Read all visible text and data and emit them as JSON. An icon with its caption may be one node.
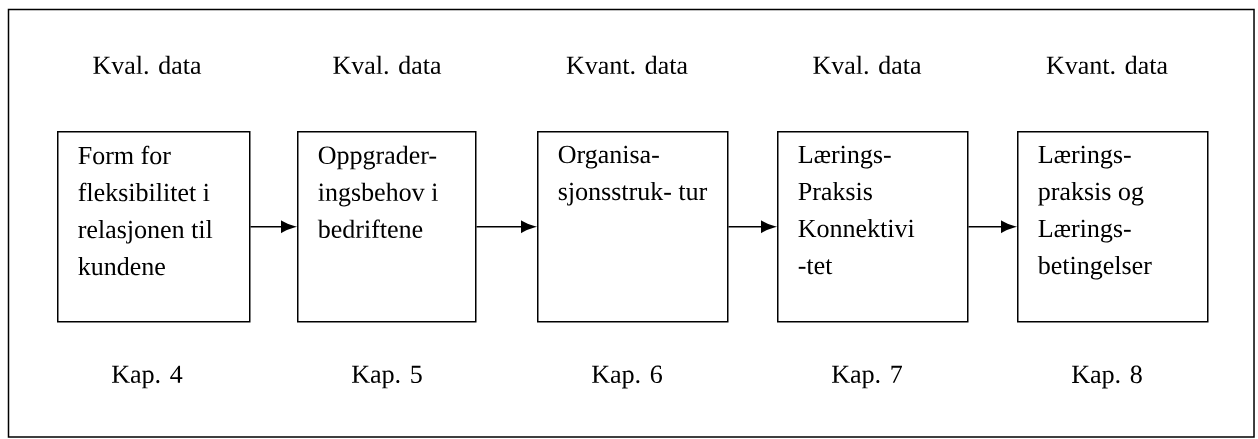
{
  "diagram": {
    "nodes": [
      {
        "text": [
          "Form for fleksibilitet i relasjonen til kundene"
        ],
        "beside": [
          "Kval. data",
          "Kap. 4"
        ]
      },
      {
        "text": [
          "Oppgrader- ingsbehov i bedriftene"
        ],
        "beside": [
          "Kval. data",
          "Kap. 5"
        ]
      },
      {
        "text": [
          "Organisa- sjonsstruk- tur"
        ],
        "beside": [
          "Kvant. data",
          "Kap. 6"
        ]
      },
      {
        "text": [
          "Lærings- Praksis Konnektivi -tet"
        ],
        "beside": [
          "Kval. data",
          "Kap. 7"
        ]
      },
      {
        "text": [
          "Lærings- praksis og Lærings- betingelser"
        ],
        "beside": [
          "Kvant. data",
          "Kap. 8"
        ]
      }
    ],
    "edges": [
      {
        "from": 0,
        "to": 1,
        "arrow": "to"
      },
      {
        "from": 1,
        "to": 2,
        "arrow": "to"
      },
      {
        "from": 2,
        "to": 3,
        "arrow": "to"
      },
      {
        "from": 3,
        "to": 4,
        "arrow": "to"
      }
    ]
  }
}
